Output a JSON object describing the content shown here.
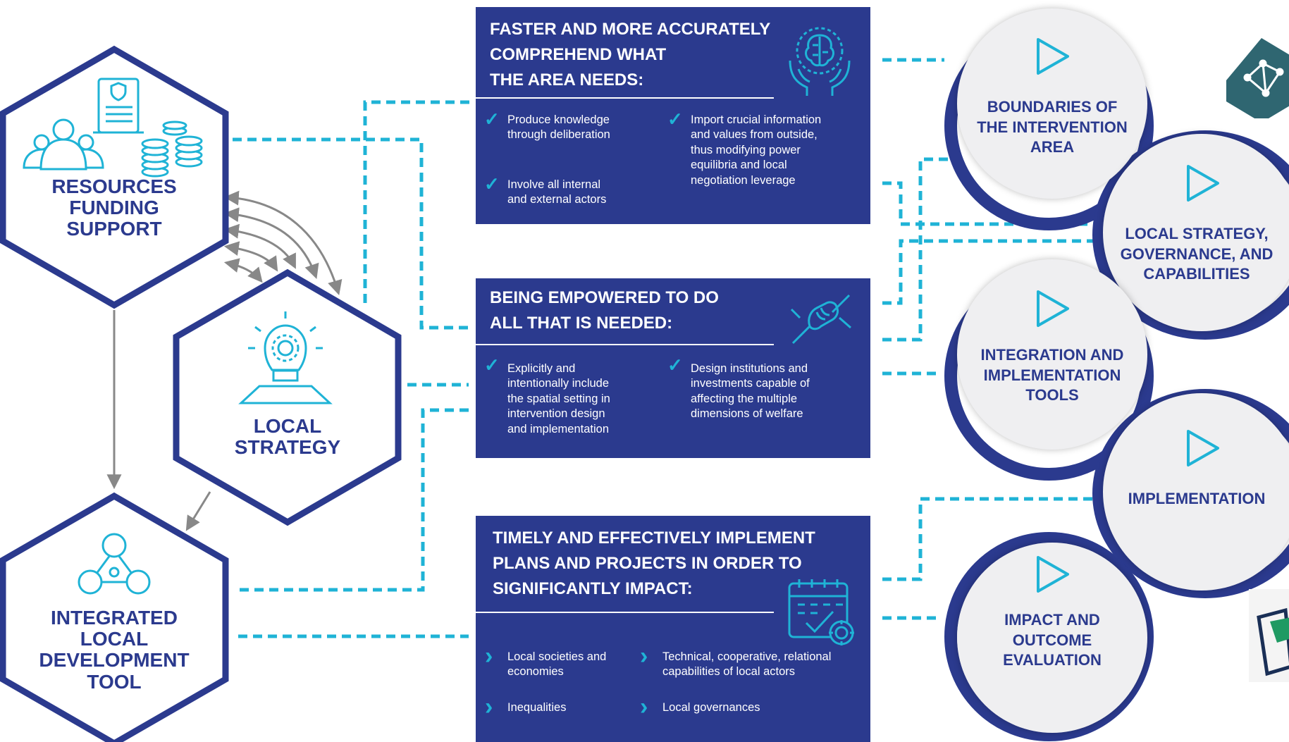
{
  "colors": {
    "navy": "#2b3a8e",
    "teal": "#1fb3d6",
    "arrow_gray": "#888888",
    "circle_bg": "#efeff1"
  },
  "hexagons": {
    "resources": {
      "label": "RESOURCES\nFUNDING\nSUPPORT",
      "icons": [
        "people-icon",
        "contract-icon",
        "coin-stack-icon"
      ]
    },
    "strategy": {
      "label": "LOCAL\nSTRATEGY",
      "icons": [
        "lightbulb-gear-icon"
      ]
    },
    "tool": {
      "label": "INTEGRATED\nLOCAL\nDEVELOPMENT\nTOOL",
      "icons": [
        "network-people-icon"
      ]
    }
  },
  "panels": {
    "comprehend": {
      "title": "FASTER AND MORE ACCURATELY\nCOMPREHEND WHAT\nTHE AREA NEEDS:",
      "icon": "brain-hands-icon",
      "items": [
        "Produce knowledge\nthrough deliberation",
        "Involve all internal\nand external actors",
        "Import crucial information\nand values from outside,\nthus modifying power\nequilibria and local\nnegotiation leverage"
      ]
    },
    "empowered": {
      "title": "BEING EMPOWERED TO DO\nALL THAT IS NEEDED:",
      "icon": "handshake-icon",
      "items": [
        "Explicitly and\nintentionally include\nthe spatial setting in\nintervention design\nand implementation",
        "Design institutions and\ninvestments capable of\naffecting the multiple\ndimensions of welfare"
      ]
    },
    "implement": {
      "title": "TIMELY AND EFFECTIVELY IMPLEMENT\nPLANS AND PROJECTS IN ORDER TO\nSIGNIFICANTLY IMPACT:",
      "icon": "calendar-target-icon",
      "items": [
        "Local societies and\neconomies",
        "Inequalities",
        "Technical, cooperative, relational\ncapabilities of local actors",
        "Local governances"
      ]
    }
  },
  "steps": [
    "BOUNDARIES OF\nTHE INTERVENTION\nAREA",
    "LOCAL STRATEGY,\nGOVERNANCE, AND\nCAPABILITIES",
    "INTEGRATION AND\nIMPLEMENTATION\nTOOLS",
    "IMPLEMENTATION",
    "IMPACT AND\nOUTCOME\nEVALUATION"
  ],
  "logos": [
    "network-logo-icon",
    "partial-logo-icon"
  ]
}
